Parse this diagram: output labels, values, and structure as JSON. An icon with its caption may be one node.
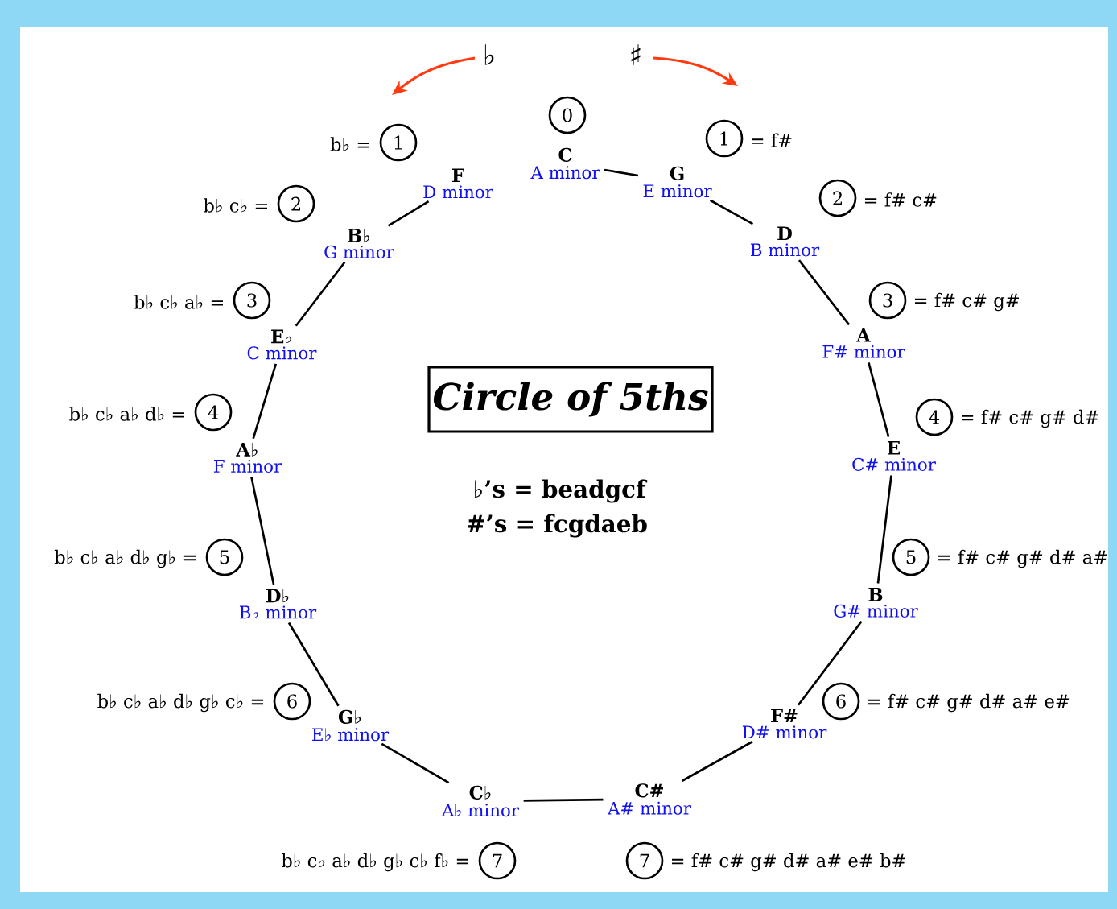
{
  "diagram": {
    "title": "Circle of 5ths",
    "nodes": [
      {
        "text": [
          "C",
          "A minor"
        ]
      },
      {
        "text": [
          "G",
          "E minor"
        ]
      },
      {
        "text": [
          "D",
          "B minor"
        ]
      },
      {
        "text": [
          "A",
          "F# minor"
        ]
      },
      {
        "text": [
          "E",
          "C# minor"
        ]
      },
      {
        "text": [
          "B",
          "G# minor"
        ]
      },
      {
        "text": [
          "F#",
          "D# minor"
        ]
      },
      {
        "text": [
          "C#",
          "A# minor"
        ]
      },
      {
        "text": [
          "C♭",
          "A♭ minor"
        ]
      },
      {
        "text": [
          "G♭",
          "E♭ minor"
        ]
      },
      {
        "text": [
          "D♭",
          "B♭ minor"
        ]
      },
      {
        "text": [
          "A♭",
          "F minor"
        ]
      },
      {
        "text": [
          "E♭",
          "C minor"
        ]
      },
      {
        "text": [
          "B♭",
          "G minor"
        ]
      },
      {
        "text": [
          "F",
          "D minor"
        ]
      },
      {
        "text": [
          "0"
        ]
      },
      {
        "text": [
          "1"
        ],
        "beside": [
          "= f#"
        ]
      },
      {
        "text": [
          "2"
        ],
        "beside": [
          "= f# c#"
        ]
      },
      {
        "text": [
          "3"
        ],
        "beside": [
          "= f# c# g#"
        ]
      },
      {
        "text": [
          "4"
        ],
        "beside": [
          "= f# c# g# d#"
        ]
      },
      {
        "text": [
          "5"
        ],
        "beside": [
          "= f# c# g# d# a#"
        ]
      },
      {
        "text": [
          "6"
        ],
        "beside": [
          "= f# c# g# d# a# e#"
        ]
      },
      {
        "text": [
          "7"
        ],
        "beside": [
          "= f# c# g# d# a# e# b#"
        ]
      },
      {
        "text": [
          "1"
        ],
        "beside": [
          "b♭ ="
        ]
      },
      {
        "text": [
          "2"
        ],
        "beside": [
          "b♭ c♭ ="
        ]
      },
      {
        "text": [
          "3"
        ],
        "beside": [
          "b♭ c♭ a♭ ="
        ]
      },
      {
        "text": [
          "4"
        ],
        "beside": [
          "b♭ c♭ a♭ d♭ ="
        ]
      },
      {
        "text": [
          "5"
        ],
        "beside": [
          "b♭ c♭ a♭ d♭ g♭ ="
        ]
      },
      {
        "text": [
          "6"
        ],
        "beside": [
          "b♭ c♭ a♭ d♭ g♭ c♭ ="
        ]
      },
      {
        "text": [
          "7"
        ],
        "beside": [
          "b♭ c♭ a♭ d♭ g♭ c♭ f♭ ="
        ]
      }
    ],
    "edges": [
      {
        "from": 0,
        "to": 1,
        "arrow": "none"
      },
      {
        "from": 1,
        "to": 2,
        "arrow": "none"
      },
      {
        "from": 2,
        "to": 3,
        "arrow": "none"
      },
      {
        "from": 3,
        "to": 4,
        "arrow": "none"
      },
      {
        "from": 4,
        "to": 5,
        "arrow": "none"
      },
      {
        "from": 5,
        "to": 6,
        "arrow": "none"
      },
      {
        "from": 6,
        "to": 7,
        "arrow": "none"
      },
      {
        "from": 7,
        "to": 8,
        "arrow": "none"
      },
      {
        "from": 8,
        "to": 9,
        "arrow": "none"
      },
      {
        "from": 9,
        "to": 10,
        "arrow": "none"
      },
      {
        "from": 10,
        "to": 11,
        "arrow": "none"
      },
      {
        "from": 11,
        "to": 12,
        "arrow": "none"
      },
      {
        "from": 12,
        "to": 13,
        "arrow": "none"
      },
      {
        "from": 13,
        "to": 14,
        "arrow": "none"
      }
    ],
    "labels": [
      "♭",
      "♯",
      "♭’s = beadgcf",
      "#’s = fcgdaeb"
    ]
  }
}
